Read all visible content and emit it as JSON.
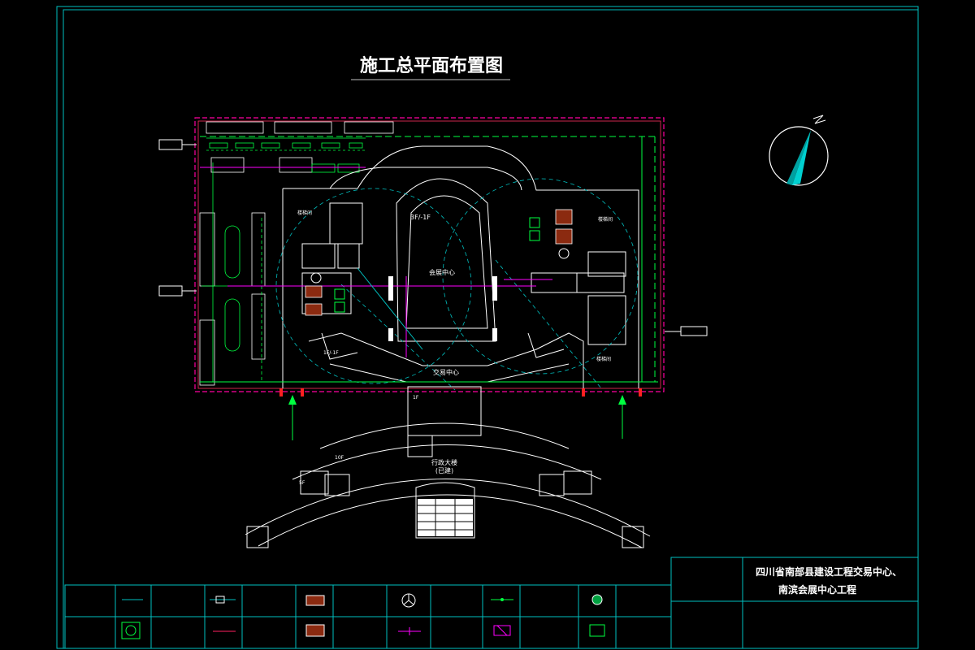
{
  "drawing": {
    "title": "施工总平面布置图"
  },
  "labels": {
    "meeting_center": "会展中心",
    "trade_center": "交易中心",
    "admin_building": "行政大楼",
    "admin_building_note": "(已建)",
    "floor_1f_top": "3F/-1F",
    "floor_1f_left": "1F/-1F",
    "floor_1f_bottom": "1F",
    "floor_10f": "10F",
    "floor_5f": "5F",
    "left_stair": "楼梯间",
    "right_stair": "楼梯间",
    "right_bottom_stair": "楼梯间"
  },
  "title_block": {
    "project_line1": "四川省南部县建设工程交易中心、",
    "project_line2": "南滨会展中心工程"
  },
  "colors": {
    "frame": "#00c0c0",
    "wall": "#ffffff",
    "fence": "#ff00a0",
    "magenta": "#ff00ff",
    "green": "#00ff40",
    "cyan_dash": "#00c0c0",
    "red": "#ff2020",
    "brown": "#8b2a10"
  }
}
